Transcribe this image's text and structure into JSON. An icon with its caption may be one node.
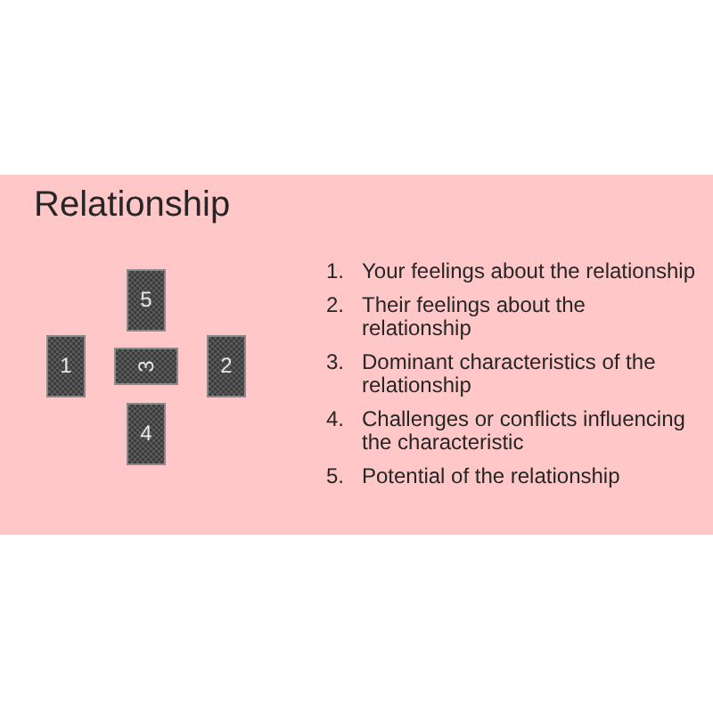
{
  "diagram": {
    "title": "Relationship",
    "nodes": [
      {
        "text": [
          "5"
        ]
      },
      {
        "text": [
          "1"
        ]
      },
      {
        "text": [
          "3"
        ]
      },
      {
        "text": [
          "2"
        ]
      },
      {
        "text": [
          "4"
        ]
      }
    ],
    "labels": [
      "1.",
      "Your feelings about the relationship",
      "2.",
      "Their feelings about the relationship",
      "3.",
      "Dominant characteristics of the relationship",
      "4.",
      "Challenges or conflicts influencing the characteristic",
      "5.",
      "Potential of the relationship"
    ]
  }
}
